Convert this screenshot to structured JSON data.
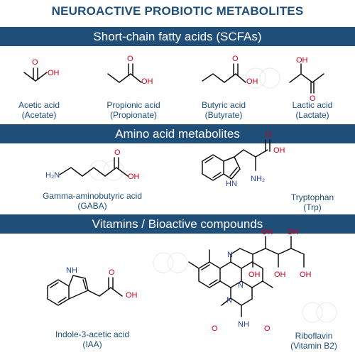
{
  "title": "NEUROACTIVE PROBIOTIC METABOLITES",
  "sections": [
    {
      "header": "Short-chain fatty acids (SCFAs)"
    },
    {
      "header": "Amino acid metabolites"
    },
    {
      "header": "Vitamins / Bioactive compounds"
    }
  ],
  "compounds": {
    "acetic": {
      "name": "Acetic acid",
      "alt": "(Acetate)"
    },
    "propionic": {
      "name": "Propionic acid",
      "alt": "(Propionate)"
    },
    "butyric": {
      "name": "Butyric acid",
      "alt": "(Butyrate)"
    },
    "lactic": {
      "name": "Lactic acid",
      "alt": "(Lactate)"
    },
    "gaba": {
      "name": "Gamma-aminobutyric acid",
      "alt": "(GABA)"
    },
    "trp": {
      "name": "Tryptophan",
      "alt": "(Trp)"
    },
    "iaa": {
      "name": "Indole-3-acetic acid",
      "alt": "(IAA)"
    },
    "ribo": {
      "name": "Riboflavin",
      "alt": "(Vitamin B2)"
    }
  },
  "atoms": {
    "O": "O",
    "OH": "OH",
    "H2N": "H₂N",
    "NH2": "NH₂",
    "NH": "NH",
    "HN": "HN",
    "N": "N"
  },
  "colors": {
    "header_bg": "#1f4e79",
    "text": "#1f4e79",
    "oxygen": "#d0021b",
    "nitrogen": "#1f3f9f"
  }
}
